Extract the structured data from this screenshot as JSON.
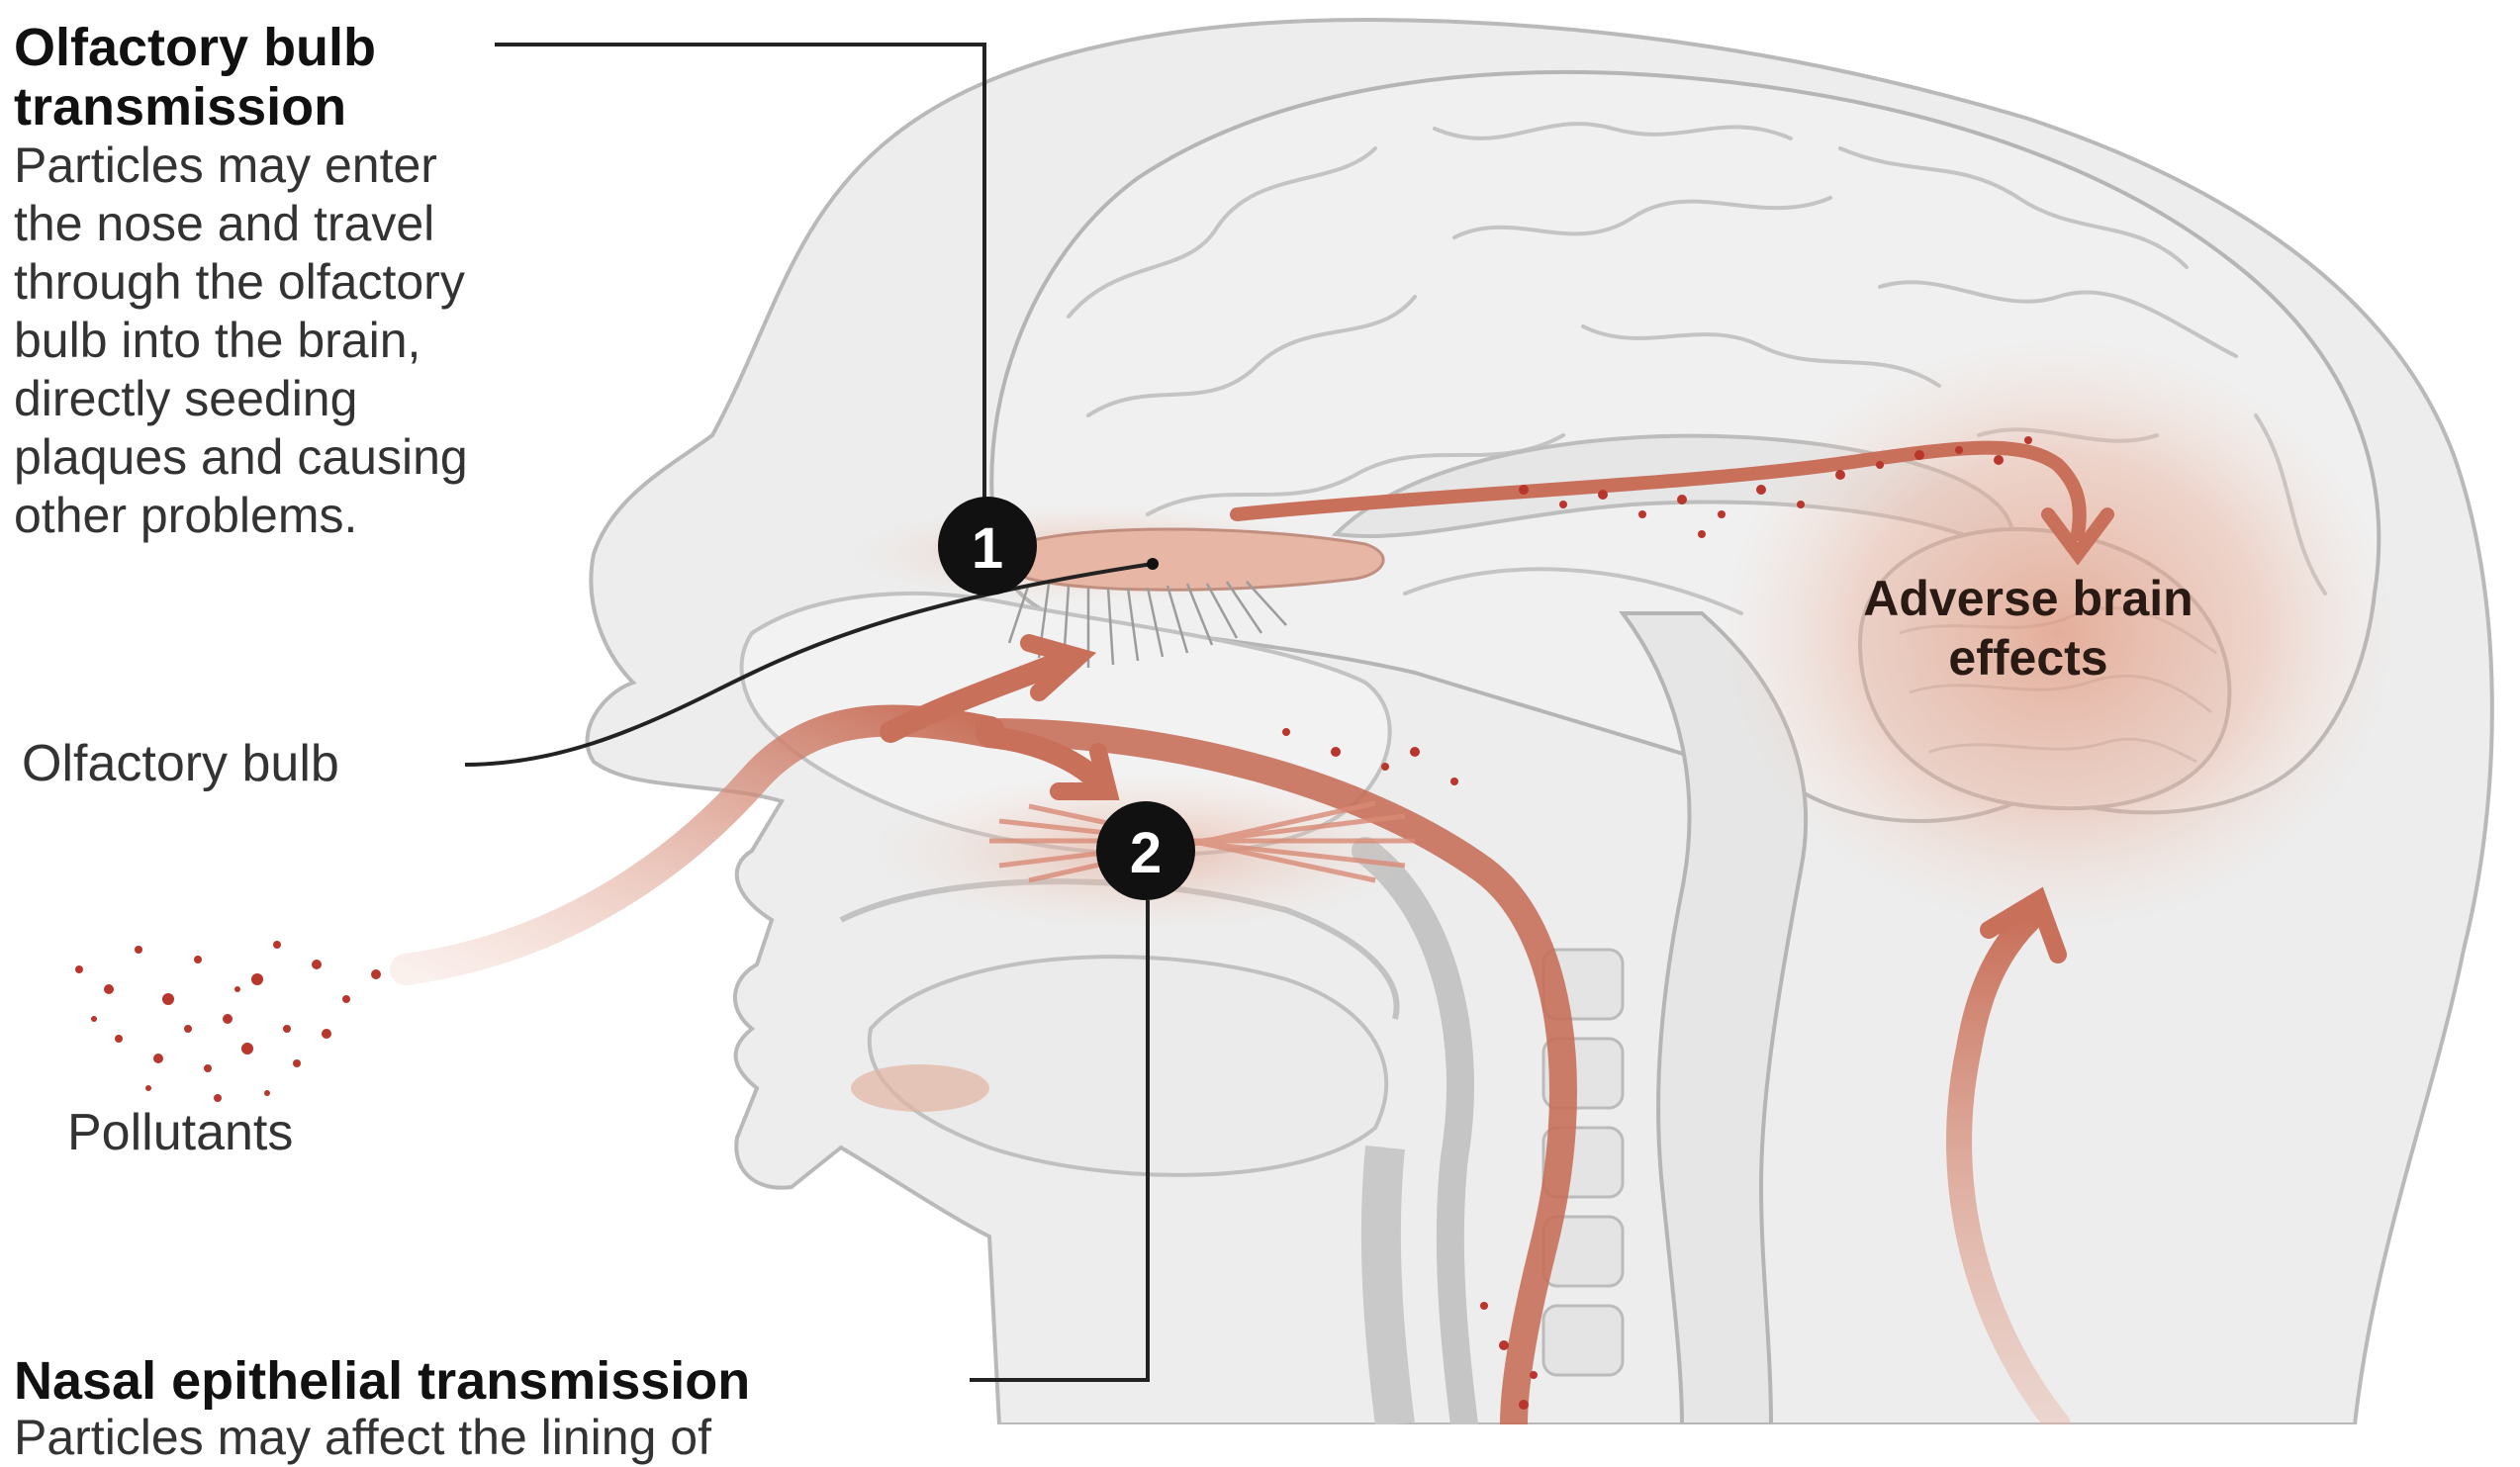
{
  "olfactory_transmission": {
    "title_line1": "Olfactory bulb",
    "title_line2": "transmission",
    "desc_lines": [
      "Particles may enter",
      "the nose and travel",
      "through the olfactory",
      "bulb into the brain,",
      "directly seeding",
      "plaques and causing",
      "other problems."
    ]
  },
  "labels": {
    "olfactory_bulb": "Olfactory bulb",
    "pollutants": "Pollutants",
    "adverse_line1": "Adverse brain",
    "adverse_line2": "effects"
  },
  "markers": {
    "one": "1",
    "two": "2"
  },
  "nasal_transmission": {
    "title": "Nasal epithelial transmission",
    "desc_partial": "Particles may affect the lining of"
  },
  "colors": {
    "skin": "#ededed",
    "outline": "#b9b9b9",
    "flow": "#c8705a",
    "flow_glow": "#e9b6a4",
    "particle": "#b8362c",
    "marker": "#111111"
  }
}
